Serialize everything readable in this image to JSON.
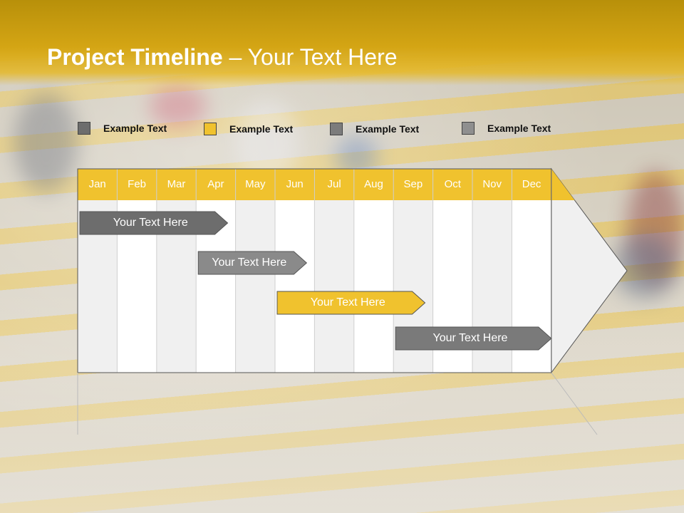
{
  "title": {
    "bold": "Project Timeline",
    "rest": " – Your Text Here"
  },
  "legend": [
    {
      "label": "Example Text",
      "color": "#6d6d6d"
    },
    {
      "label": "Example Text",
      "color": "#f0c22e"
    },
    {
      "label": "Example Text",
      "color": "#7c7c7c"
    },
    {
      "label": "Example Text",
      "color": "#8f8f8f"
    }
  ],
  "months": [
    "Jan",
    "Feb",
    "Mar",
    "Apr",
    "May",
    "Jun",
    "Jul",
    "Aug",
    "Sep",
    "Oct",
    "Nov",
    "Dec"
  ],
  "tasks": [
    {
      "label": "Your  Text Here",
      "start": 0,
      "end": 3.8,
      "color": "#6d6d6d",
      "text_color": "#ffffff"
    },
    {
      "label": "Your  Text Here",
      "start": 3,
      "end": 5.8,
      "color": "#8a8a8a",
      "text_color": "#ffffff"
    },
    {
      "label": "Your  Text Here",
      "start": 5,
      "end": 8.8,
      "color": "#f0c22e",
      "text_color": "#ffffff"
    },
    {
      "label": "Your  Text Here",
      "start": 8,
      "end": 12,
      "color": "#7a7a7a",
      "text_color": "#ffffff"
    }
  ],
  "colors": {
    "header_yellow": "#f0c22e",
    "grid_white": "#ffffff",
    "grid_grey": "#f0f0f0"
  }
}
